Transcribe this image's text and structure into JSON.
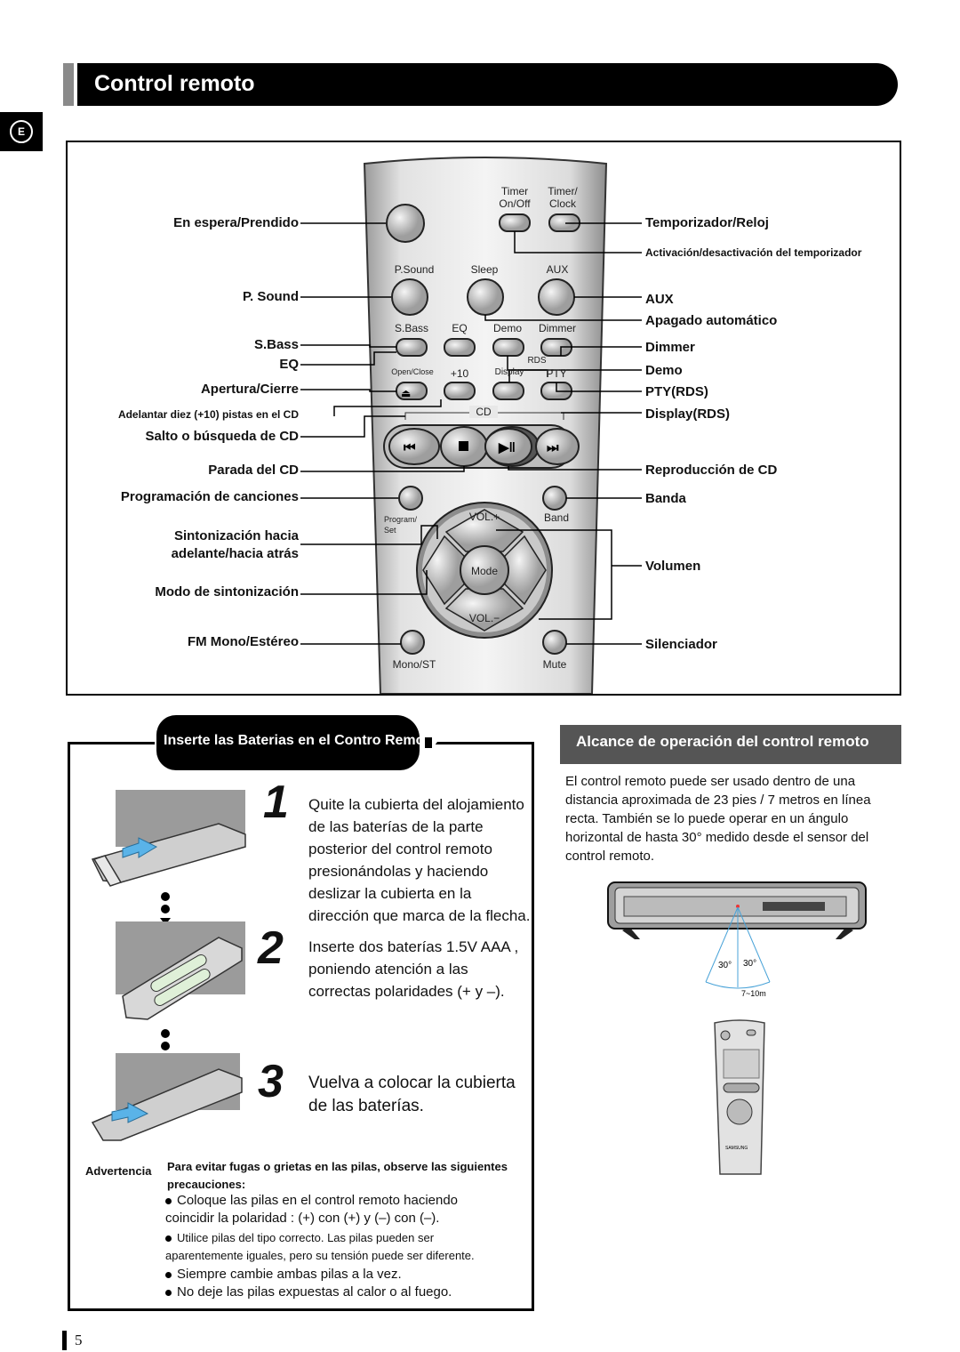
{
  "header": {
    "title": "Control remoto",
    "lang_tab": "E"
  },
  "remote": {
    "button_labels": {
      "timer_onoff": "Timer\nOn/Off",
      "timer_clock": "Timer/\nClock",
      "psound": "P.Sound",
      "sleep": "Sleep",
      "aux": "AUX",
      "sbass": "S.Bass",
      "eq": "EQ",
      "demo": "Demo",
      "dimmer": "Dimmer",
      "rds": "RDS",
      "openclose": "Open/Close",
      "plus10": "+10",
      "display": "Display",
      "pty": "PTY",
      "cd": "CD",
      "program_set": "Program/\nSet",
      "band": "Band",
      "vol_plus": "VOL.+",
      "mode": "Mode",
      "vol_minus": "VOL.−",
      "mono_st": "Mono/ST",
      "mute": "Mute"
    },
    "left_labels": [
      "En espera/Prendido",
      "P. Sound",
      "S.Bass",
      "EQ",
      "Apertura/Cierre",
      "Adelantar diez (+10) pistas en el CD",
      "Salto o búsqueda de CD",
      "Parada del CD",
      "Programación de canciones",
      "Sintonización hacia",
      "adelante/hacia atrás",
      "Modo de sintonización",
      "FM Mono/Estéreo"
    ],
    "right_labels": [
      "Temporizador/Reloj",
      "Activación/desactivación del temporizador",
      "AUX",
      "Apagado automático",
      "Dimmer",
      "Demo",
      "PTY(RDS)",
      "Display(RDS)",
      "Reproducción de CD",
      "Banda",
      "Volumen",
      "Silenciador"
    ]
  },
  "batteries": {
    "title": "Inserte las Baterias en el Contro Remoto",
    "steps": [
      {
        "num": "1",
        "text": "Quite la cubierta del alojamiento de las baterías  de la parte posterior del control remoto presionándolas y haciendo deslizar la cubierta en la dirección que marca de la flecha."
      },
      {
        "num": "2",
        "text": "Inserte dos baterías 1.5V AAA , poniendo atención a las correctas polaridades (+ y –)."
      },
      {
        "num": "3",
        "text": "Vuelva a colocar la cubierta de las baterías."
      }
    ],
    "warning_label": "Advertencia",
    "warning_head": "Para evitar fugas o grietas en las pilas, observe las siguientes precauciones:",
    "warnings": [
      "Coloque las pilas en el control remoto haciendo coincidir la polaridad : (+) con (+) y (–) con (–).",
      "Utilice pilas del tipo correcto. Las pilas pueden ser aparentemente iguales, pero su tensión puede ser diferente.",
      "Siempre cambie ambas pilas a la vez.",
      "No deje las pilas expuestas al calor o al fuego."
    ]
  },
  "range": {
    "title": "Alcance de operación del control remoto",
    "text": "El control remoto puede ser usado dentro de una distancia aproximada de 23 pies / 7 metros en línea recta. También se lo puede operar en un ángulo horizontal de hasta 30° medido desde el sensor del control remoto.",
    "angle_left": "30°",
    "angle_right": "30°",
    "distance": "7~10m",
    "brand": "SAMSUNG"
  },
  "footer": {
    "page_number": "5"
  }
}
